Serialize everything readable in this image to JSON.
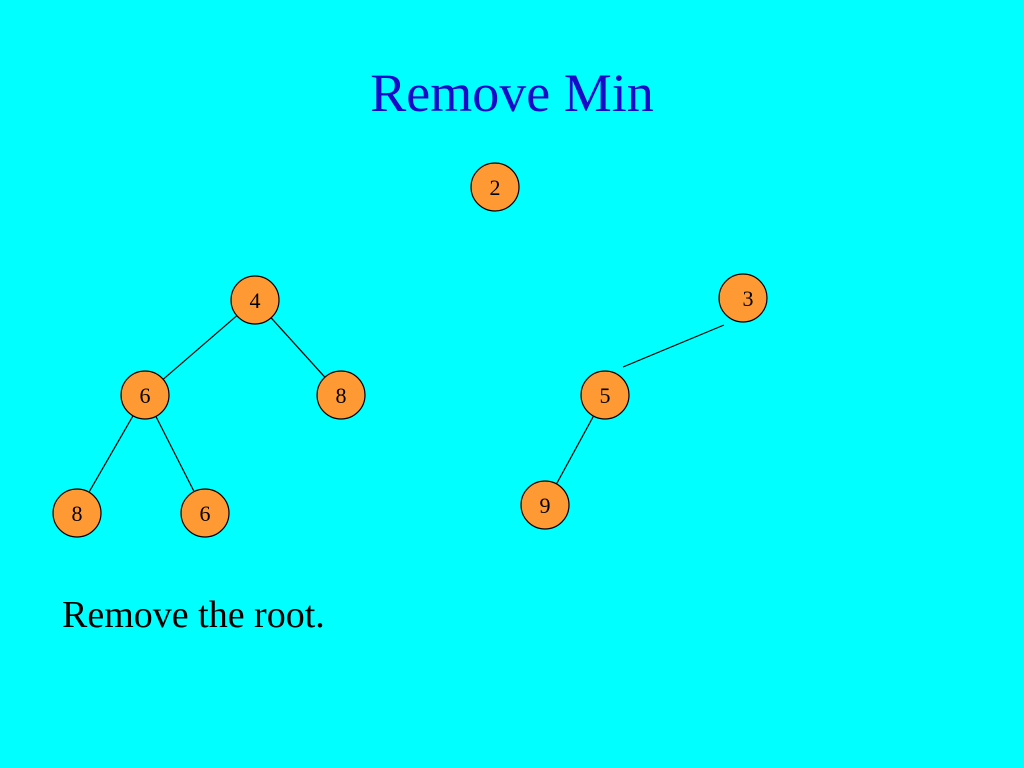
{
  "slide": {
    "title": "Remove Min",
    "caption": "Remove the root."
  },
  "colors": {
    "background": "#00ffff",
    "title": "#1a0ac8",
    "node_fill": "#ff9933",
    "node_stroke": "#000000",
    "edge": "#000000",
    "text": "#000000"
  },
  "tree": {
    "nodes": [
      {
        "id": "root",
        "label": "2"
      },
      {
        "id": "left-root",
        "label": "4"
      },
      {
        "id": "left-left",
        "label": "6"
      },
      {
        "id": "left-right",
        "label": "8"
      },
      {
        "id": "left-left-left",
        "label": "8"
      },
      {
        "id": "left-left-right",
        "label": "6"
      },
      {
        "id": "right-root",
        "label": "3"
      },
      {
        "id": "right-left",
        "label": "5"
      },
      {
        "id": "right-left-left",
        "label": "9"
      }
    ],
    "edges": [
      {
        "from": "left-root",
        "to": "left-left"
      },
      {
        "from": "left-root",
        "to": "left-right"
      },
      {
        "from": "left-left",
        "to": "left-left-left"
      },
      {
        "from": "left-left",
        "to": "left-left-right"
      },
      {
        "from": "right-root",
        "to": "right-left"
      },
      {
        "from": "right-left",
        "to": "right-left-left"
      }
    ]
  }
}
